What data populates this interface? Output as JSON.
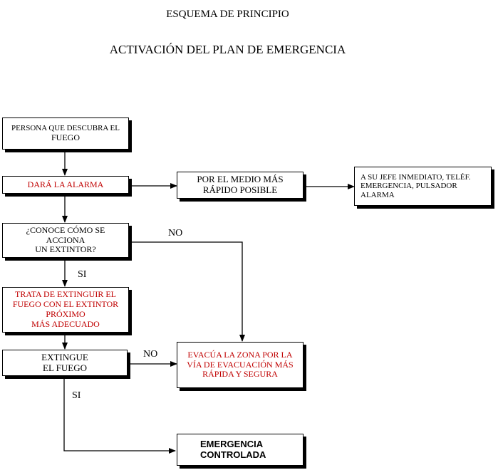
{
  "header": {
    "title": "ESQUEMA DE PRINCIPIO",
    "subtitle": "ACTIVACIÓN DEL PLAN DE EMERGENCIA"
  },
  "nodes": {
    "persona": {
      "line1": "PERSONA QUE DESCUBRA EL",
      "line2": "FUEGO"
    },
    "alarma": {
      "line1": "DARÁ LA ALARMA"
    },
    "medio": {
      "line1": "POR EL MEDIO MÁS",
      "line2": "RÁPIDO POSIBLE"
    },
    "jefe": {
      "line1": "A SU JEFE INMEDIATO, TELÉF.",
      "line2": "EMERGENCIA,  PULSADOR",
      "line3": "ALARMA"
    },
    "conoce": {
      "line1": "¿CONOCE CÓMO SE",
      "line2": "ACCIONA",
      "line3": "UN EXTINTOR?"
    },
    "trata": {
      "line1": "TRATA DE EXTINGUIR EL",
      "line2": "FUEGO CON EL EXTINTOR",
      "line3": "PRÓXIMO",
      "line4": "MÁS ADECUADO"
    },
    "extingue": {
      "line1": "EXTINGUE",
      "line2": "EL FUEGO"
    },
    "evacua": {
      "line1": "EVACÚA LA ZONA POR LA",
      "line2": "VÍA DE EVACUACIÓN MÁS",
      "line3": "RÁPIDA Y SEGURA"
    },
    "controlada": {
      "line1": "EMERGENCIA",
      "line2": "CONTROLADA"
    }
  },
  "labels": {
    "no1": "NO",
    "si1": "SI",
    "no2": "NO",
    "si2": "SI"
  },
  "colors": {
    "red_text": "#c00000",
    "line": "#000000"
  }
}
